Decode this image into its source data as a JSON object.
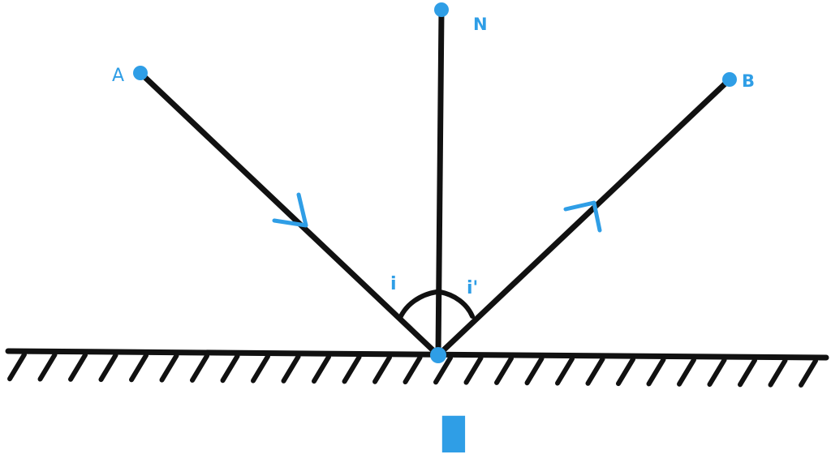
{
  "labels": {
    "point_a": "A",
    "point_b": "B",
    "normal": "N",
    "incidence_point": "I",
    "angle_incidence": "i",
    "angle_reflection": "i'"
  },
  "colors": {
    "line": "#111111",
    "accent": "#2f9ee6",
    "background": "#ffffff"
  }
}
